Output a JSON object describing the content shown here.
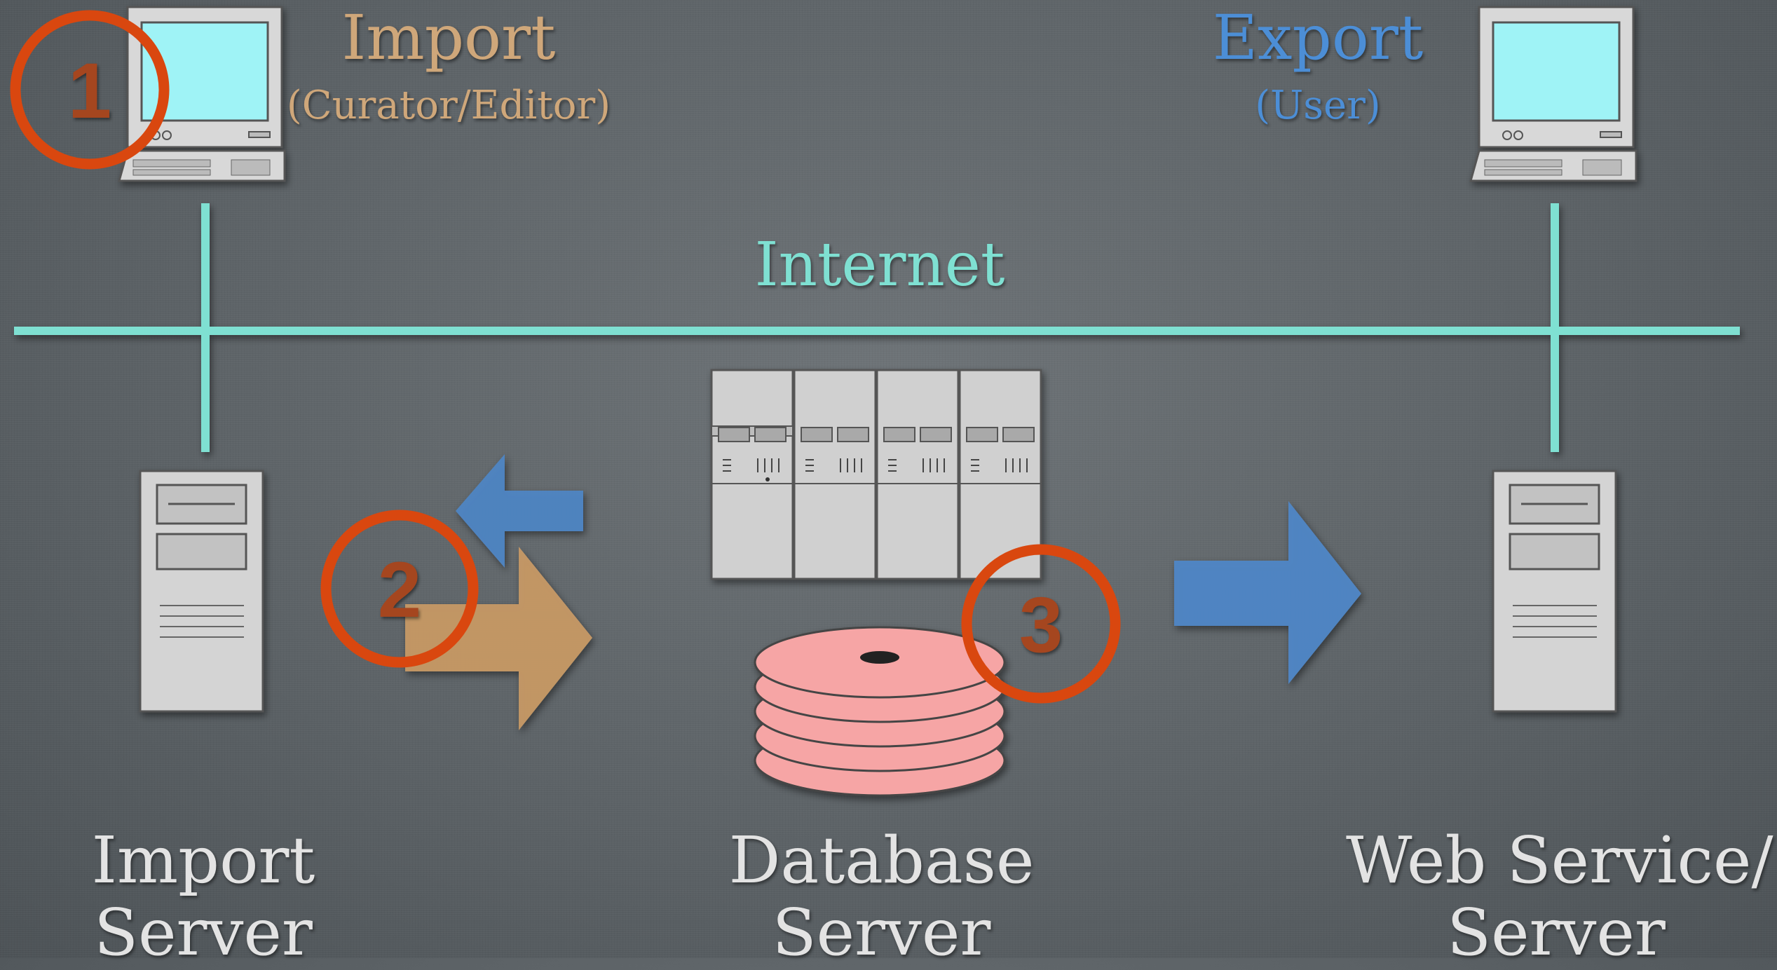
{
  "top_left": {
    "title": "Import",
    "subtitle": "(Curator/Editor)"
  },
  "top_right": {
    "title": "Export",
    "subtitle": "(User)"
  },
  "network": {
    "label": "Internet"
  },
  "servers": {
    "import": {
      "line1": "Import",
      "line2": "Server"
    },
    "database": {
      "line1": "Database",
      "line2": "Server"
    },
    "web": {
      "line1": "Web Service/",
      "line2": "Server"
    }
  },
  "steps": [
    "1",
    "2",
    "3"
  ],
  "colors": {
    "import_text": "#cfa77a",
    "export_text": "#4c8ed6",
    "internet": "#7fe0d2",
    "step_circle": "#d9470f",
    "arrow_blue": "#4f86c6",
    "arrow_tan": "#c99a66",
    "disk_pink": "#f6a5a5",
    "screen": "#9ff3f6"
  },
  "icons": [
    "desktop-computer-icon",
    "tower-server-icon",
    "rack-server-icon",
    "disk-stack-icon",
    "arrow-icon"
  ]
}
